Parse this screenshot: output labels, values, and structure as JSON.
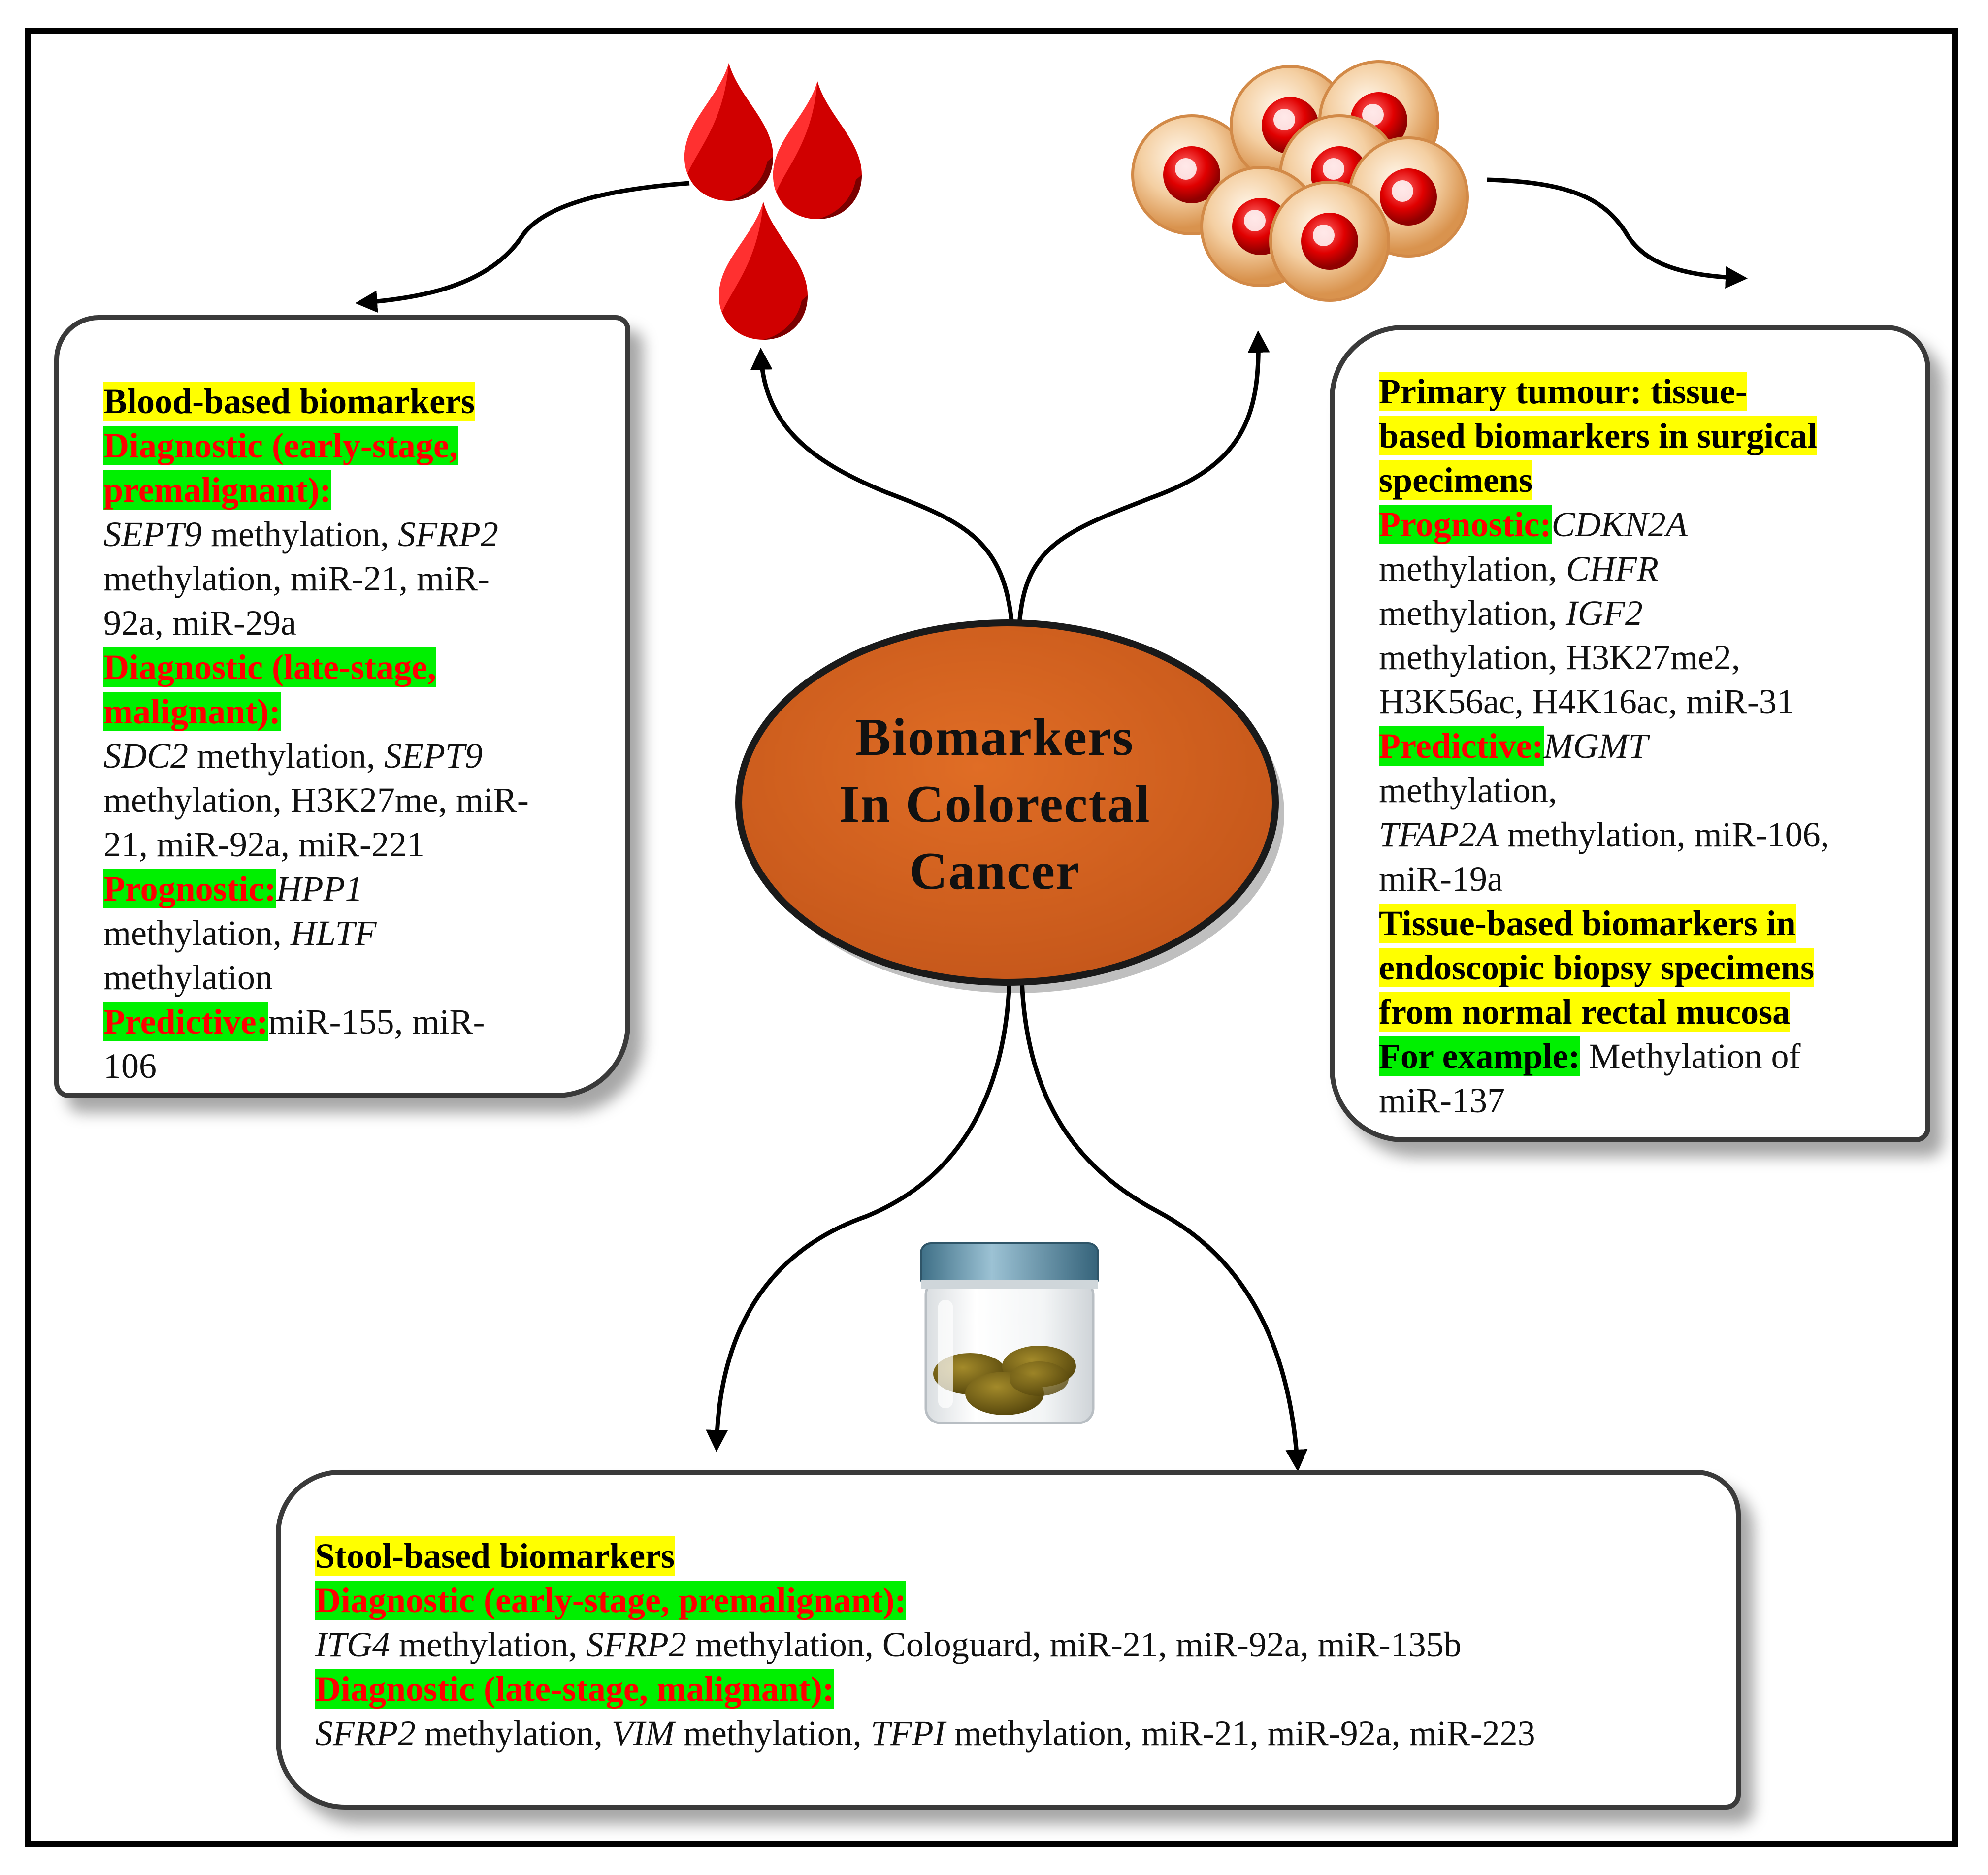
{
  "center": {
    "title_lines": [
      "Biomarkers",
      "In Colorectal",
      "Cancer"
    ]
  },
  "colors": {
    "highlight_yellow": "#ffff00",
    "highlight_green": "#00f000",
    "label_red": "#ff0000",
    "ellipse_fill": "#d2601a"
  },
  "icons": {
    "blood": "blood-drops-icon",
    "tissue": "tissue-cells-icon",
    "stool": "stool-jar-icon"
  },
  "blood": {
    "heading": "Blood-based biomarkers",
    "diag_early_label": "Diagnostic (early-stage,",
    "diag_early_label_2": "premalignant):",
    "early_gene1": "SEPT9",
    "early_t1": " methylation, ",
    "early_gene2": "SFRP2",
    "early_t2": " methylation, miR-21, miR-",
    "early_t3": "92a, miR-29a",
    "diag_late_label": "Diagnostic (late-stage,",
    "diag_late_label_2": "malignant):",
    "late_gene1": "SDC2",
    "late_t1": " methylation, ",
    "late_gene2": "SEPT9",
    "late_t2": "methylation, H3K27me, miR-",
    "late_t3": "21, miR-92a, miR-221",
    "prog_label": "Prognostic:",
    "prog_gene1": "HPP1",
    "prog_t1": "methylation, ",
    "prog_gene2": "HLTF",
    "prog_t2": "methylation",
    "pred_label": "Predictive:",
    "pred_t1": "miR-155, miR-",
    "pred_t2": "106"
  },
  "tissue": {
    "heading_1": "Primary tumour: tissue-",
    "heading_2": "based biomarkers in surgical",
    "heading_3": "specimens",
    "prog_label": "Prognostic:",
    "prog_gene1": "CDKN2A",
    "prog_t1": "methylation, ",
    "prog_gene2": "CHFR",
    "prog_t2": "methylation, ",
    "prog_gene3": "IGF2",
    "prog_t3": "methylation, H3K27me2,",
    "prog_t4": "H3K56ac, H4K16ac, miR-31",
    "pred_label": "Predictive:",
    "pred_gene1": "MGMT",
    "pred_t1": "methylation,",
    "pred_gene2": "TFAP2A",
    "pred_t2": " methylation, miR-106,",
    "pred_t3": "miR-19a",
    "endo_1": "Tissue-based biomarkers in",
    "endo_2": "endoscopic biopsy specimens",
    "endo_3": "from normal rectal mucosa",
    "example_label": "For example:",
    "example_t1": " Methylation of",
    "example_t2": "miR-137"
  },
  "stool": {
    "heading": "Stool-based biomarkers",
    "diag_early_label": "Diagnostic (early-stage, premalignant):",
    "early_gene1": "ITG4",
    "early_t1": " methylation, ",
    "early_gene2": "SFRP2",
    "early_t2": " methylation, Cologuard, miR-21, miR-92a, miR-135b",
    "diag_late_label": "Diagnostic (late-stage, malignant):",
    "late_gene1": "SFRP2",
    "late_t1": " methylation, ",
    "late_gene2": "VIM",
    "late_t2": " methylation, ",
    "late_gene3": "TFPI",
    "late_t3": " methylation, miR-21, miR-92a, miR-223"
  }
}
